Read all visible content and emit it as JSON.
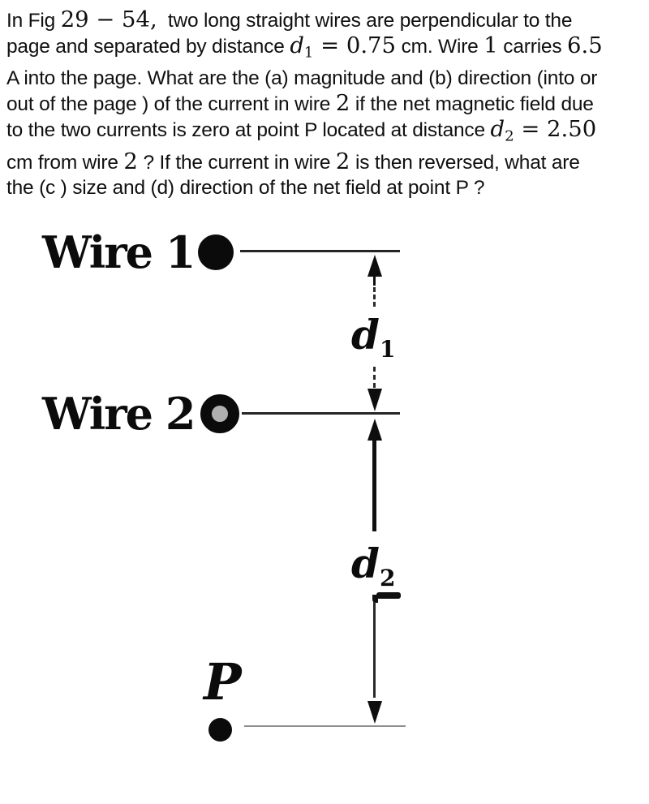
{
  "problem": {
    "lines": [
      [
        {
          "t": "In Fig ",
          "k": "sans"
        },
        {
          "t": "29 − 54,",
          "k": "math"
        },
        {
          "t": "  two long straight wires are perpendicular to the",
          "k": "sans"
        }
      ],
      [
        {
          "t": "page and separated by distance ",
          "k": "sans"
        },
        {
          "t": "d",
          "k": "math-italic"
        },
        {
          "t": "1",
          "k": "math-sub"
        },
        {
          "t": " = 0.75",
          "k": "math"
        },
        {
          "t": " cm. Wire ",
          "k": "sans"
        },
        {
          "t": "1",
          "k": "math"
        },
        {
          "t": " carries ",
          "k": "sans"
        },
        {
          "t": "6.5",
          "k": "math"
        }
      ],
      [
        {
          "t": "A into the page. What are the (a) magnitude and (b) direction (into or",
          "k": "sans"
        }
      ],
      [
        {
          "t": "out of the page ) of the current in wire ",
          "k": "sans"
        },
        {
          "t": "2",
          "k": "math"
        },
        {
          "t": " if the net magnetic field due",
          "k": "sans"
        }
      ],
      [
        {
          "t": "to the two currents is zero at point P located at distance ",
          "k": "sans"
        },
        {
          "t": "d",
          "k": "math-italic"
        },
        {
          "t": "2",
          "k": "math-sub"
        },
        {
          "t": " = 2.50",
          "k": "math"
        }
      ],
      [
        {
          "t": "cm from wire ",
          "k": "sans"
        },
        {
          "t": "2",
          "k": "math"
        },
        {
          "t": " ? If the current in wire ",
          "k": "sans"
        },
        {
          "t": "2",
          "k": "math"
        },
        {
          "t": " is then reversed, what are",
          "k": "sans"
        }
      ],
      [
        {
          "t": "the (c ) size and (d) direction of the net field at point P ?",
          "k": "sans"
        }
      ]
    ]
  },
  "figure": {
    "wire1": {
      "label": "Wire 1",
      "symbol": "current-into-page-dot"
    },
    "wire2": {
      "label": "Wire 2",
      "symbol": "current-out-of-page-ring"
    },
    "d1": {
      "symbol": "d",
      "subscript": "1"
    },
    "d2": {
      "symbol": "d",
      "subscript": "2"
    },
    "point_p": {
      "label": "P"
    },
    "colors": {
      "ink": "#0b0b0b",
      "wire_line": "#252525",
      "bottom_line": "#8f8f8f",
      "ring_center": "#b0b0b0",
      "background": "#ffffff"
    }
  }
}
